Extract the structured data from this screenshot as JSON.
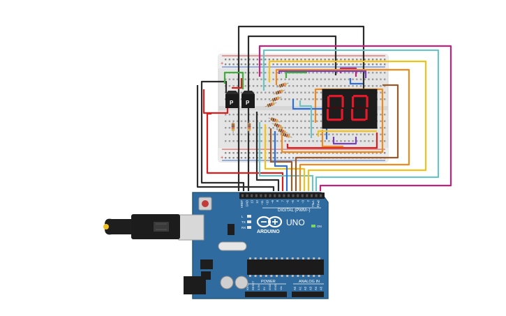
{
  "arduino": {
    "brand": "ARDUINO",
    "model": "UNO",
    "header_digital": "DIGITAL (PWM~)",
    "header_power": "POWER",
    "header_analog": "ANALOG IN",
    "pin_labels_top": [
      "AREF",
      "GND",
      "13",
      "12",
      "~11",
      "~10",
      "~9",
      "8",
      "7",
      "~6",
      "~5",
      "4",
      "~3",
      "2",
      "TX▸1",
      "RX◂0"
    ],
    "pin_labels_power": [
      "IOREF",
      "RESET",
      "3.3V",
      "5V",
      "GND",
      "GND",
      "Vin"
    ],
    "pin_labels_analog": [
      "A0",
      "A1",
      "A2",
      "A3",
      "A4",
      "A5"
    ],
    "led_labels": [
      "L",
      "TX",
      "RX"
    ],
    "on_label": "ON"
  },
  "display": {
    "digits": [
      "0",
      "0"
    ]
  },
  "transistors": [
    {
      "label": "P"
    },
    {
      "label": "P"
    }
  ],
  "colors": {
    "board": "#2f6b9e",
    "board_edge": "#25597f",
    "breadboard": "#e8e8e8",
    "rail_red": "#d94040",
    "rail_blue": "#3a6fd1",
    "segment_on": "#e0192b",
    "segment_off": "#3a1012",
    "wire_black": "#2b2b2b",
    "wire_red": "#d81e1e",
    "wire_green": "#3fae3f",
    "wire_orange": "#f08a1c",
    "wire_yellow": "#f2c21a",
    "wire_cyan": "#6cc3c6",
    "wire_magenta": "#c4217a",
    "wire_purple": "#7a3fb8",
    "wire_blue": "#2d6fd6",
    "wire_brown": "#9a5a28"
  }
}
